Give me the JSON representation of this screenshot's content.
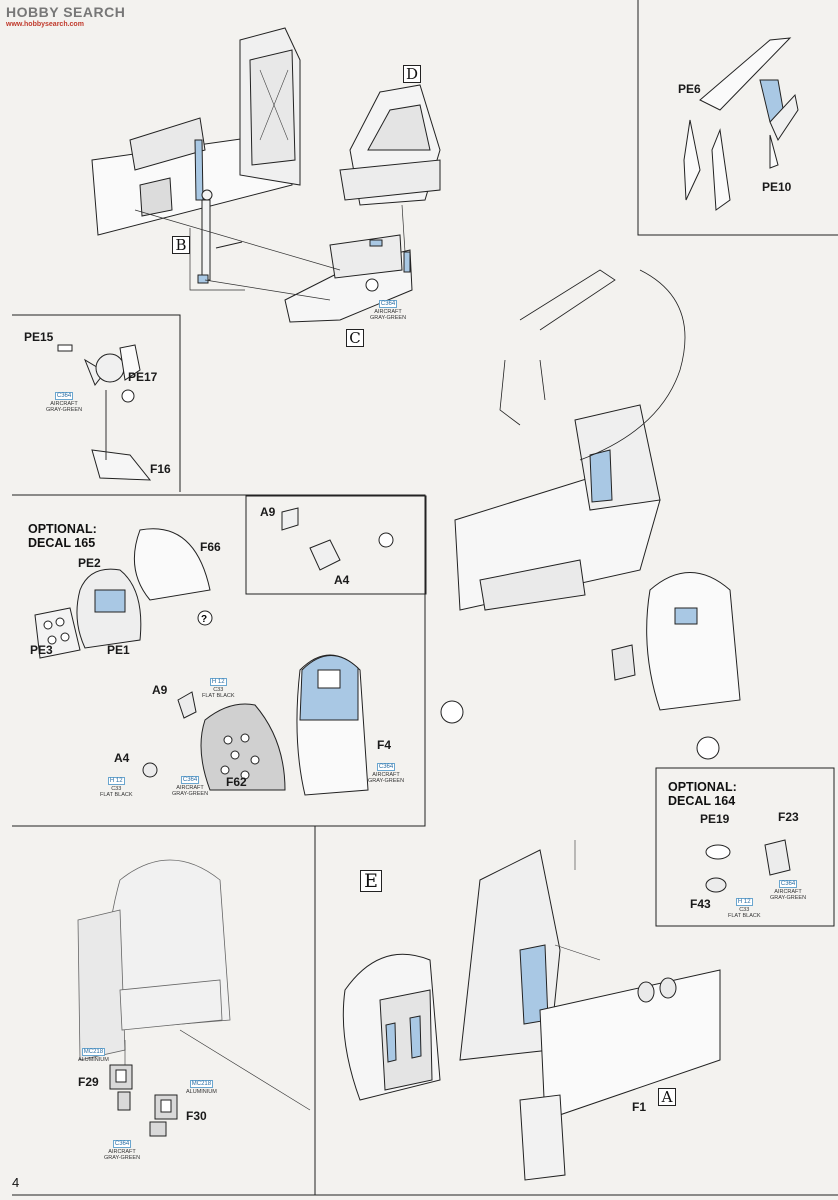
{
  "watermark": {
    "title": "HOBBY SEARCH",
    "url": "www.hobbysearch.com"
  },
  "page_number": "4",
  "step_letters": {
    "b": "B",
    "c": "C",
    "d": "D",
    "e": "E",
    "a": "A"
  },
  "parts": {
    "pe6": "PE6",
    "pe10": "PE10",
    "pe15": "PE15",
    "pe17": "PE17",
    "f16": "F16",
    "a9_top": "A9",
    "a4_top": "A4",
    "f66": "F66",
    "pe2": "PE2",
    "pe3": "PE3",
    "pe1": "PE1",
    "a9": "A9",
    "a4": "A4",
    "f62": "F62",
    "f4": "F4",
    "pe19": "PE19",
    "f23": "F23",
    "f43": "F43",
    "f29": "F29",
    "f30": "F30",
    "f1": "F1"
  },
  "optional_1": {
    "line1": "OPTIONAL:",
    "line2": "DECAL 165"
  },
  "optional_2": {
    "line1": "OPTIONAL:",
    "line2": "DECAL 164"
  },
  "paints": {
    "c364_c": {
      "code": "C364",
      "line1": "AIRCRAFT",
      "line2": "GRAY-GREEN"
    },
    "c364_pe15": {
      "code": "C364",
      "line1": "AIRCRAFT",
      "line2": "GRAY-GREEN"
    },
    "h12_a9": {
      "code": "H 12",
      "code2": "C33",
      "line1": "FLAT BLACK"
    },
    "h12_a4": {
      "code": "H 12",
      "code2": "C33",
      "line1": "FLAT BLACK"
    },
    "c364_f62": {
      "code": "C364",
      "line1": "AIRCRAFT",
      "line2": "GRAY-GREEN"
    },
    "c364_f4": {
      "code": "C364",
      "line1": "AIRCRAFT",
      "line2": "GRAY-GREEN"
    },
    "c364_f23": {
      "code": "C364",
      "line1": "AIRCRAFT",
      "line2": "GRAY-GREEN"
    },
    "h12_f43": {
      "code": "H 12",
      "code2": "C33",
      "line1": "FLAT BLACK"
    },
    "mc218_f29": {
      "code": "MC218",
      "line1": "ALUMINIUM"
    },
    "mc218_f30": {
      "code": "MC218",
      "line1": "ALUMINIUM"
    },
    "c364_f29": {
      "code": "C364",
      "line1": "AIRCRAFT",
      "line2": "GRAY-GREEN"
    }
  },
  "colors": {
    "highlight_blue": "#a9c8e4",
    "line": "#222222",
    "paper": "#f3f2ef"
  },
  "icons": [
    "flip-icon",
    "rotate-icon",
    "question-icon"
  ]
}
